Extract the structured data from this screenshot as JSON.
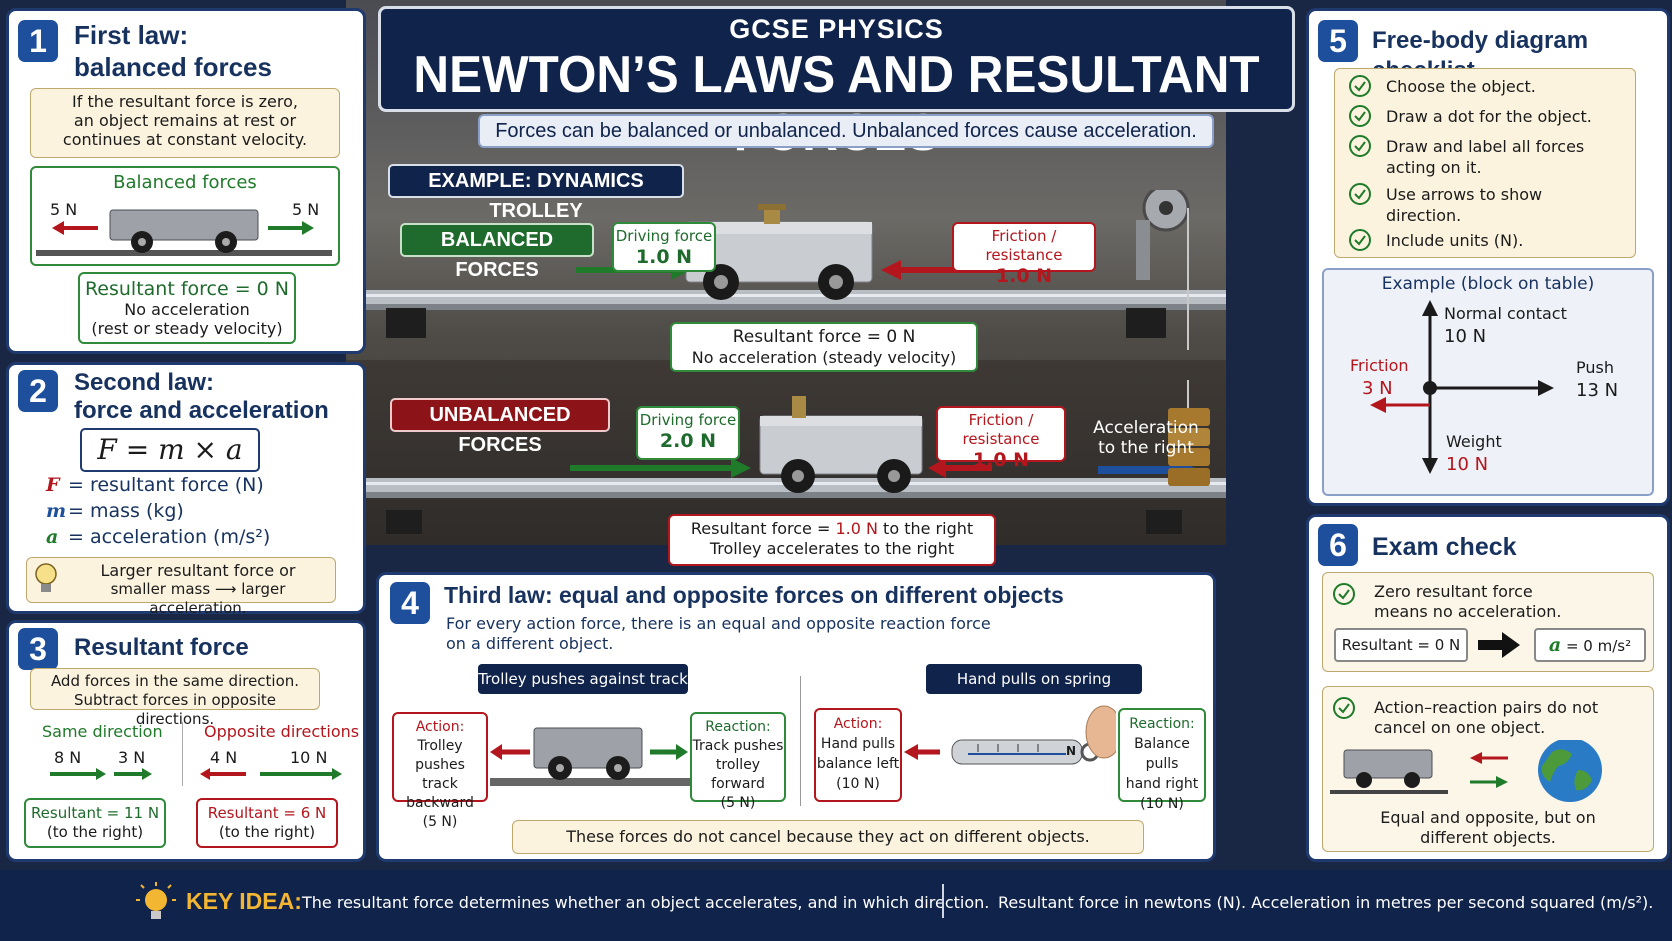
{
  "header": {
    "kicker": "GCSE PHYSICS",
    "title": "NEWTON’S LAWS AND RESULTANT FORCES",
    "subtitle": "Forces can be balanced or unbalanced. Unbalanced forces cause acceleration."
  },
  "example": {
    "label": "EXAMPLE: DYNAMICS TROLLEY",
    "balanced": {
      "tag": "BALANCED FORCES",
      "driving_label": "Driving force",
      "driving_value": "1.0 N",
      "friction_label": "Friction / resistance",
      "friction_value": "1.0 N",
      "result_line1": "Resultant force = 0 N",
      "result_line2": "No acceleration (steady velocity)"
    },
    "unbalanced": {
      "tag": "UNBALANCED FORCES",
      "driving_label": "Driving force",
      "driving_value": "2.0 N",
      "friction_label": "Friction / resistance",
      "friction_value": "1.0 N",
      "accel_line1": "Acceleration",
      "accel_line2": "to the right",
      "result_pre": "Resultant force = ",
      "result_value": "1.0 N",
      "result_post": " to the right",
      "result_line2": "Trolley accelerates to the right"
    }
  },
  "law1": {
    "number": "1",
    "title1": "First law:",
    "title2": "balanced forces",
    "desc1": "If the resultant force is zero,",
    "desc2": "an object remains at rest or",
    "desc3": "continues at constant velocity.",
    "diagram_title": "Balanced forces",
    "left_force": "5 N",
    "right_force": "5 N",
    "result1": "Resultant force = 0 N",
    "result2": "No acceleration",
    "result3": "(rest or steady velocity)"
  },
  "law2": {
    "number": "2",
    "title1": "Second law:",
    "title2": "force and acceleration",
    "formula": "F = m × a",
    "defs": [
      {
        "sym": "F",
        "text": "= resultant force (N)"
      },
      {
        "sym": "m",
        "text": "= mass (kg)"
      },
      {
        "sym": "a",
        "text": "= acceleration (m/s²)"
      }
    ],
    "tip1": "Larger resultant force or",
    "tip2": "smaller mass ⟶ larger acceleration."
  },
  "law3": {
    "number": "3",
    "title": "Resultant force",
    "desc1": "Add forces in the same direction.",
    "desc2": "Subtract forces in opposite directions.",
    "same_title": "Same direction",
    "same_a": "8 N",
    "same_b": "3 N",
    "same_result1": "Resultant = 11 N",
    "same_result2": "(to the right)",
    "opp_title": "Opposite directions",
    "opp_a": "4 N",
    "opp_b": "10 N",
    "opp_result1": "Resultant = 6 N",
    "opp_result2": "(to the right)"
  },
  "law4": {
    "number": "4",
    "title": "Third law: equal and opposite forces on different objects",
    "desc1": "For every action force, there is an equal and opposite reaction force",
    "desc2": "on a different object.",
    "left_tag": "Trolley pushes against track",
    "right_tag": "Hand pulls on spring balance",
    "a1": {
      "h": "Action:",
      "l1": "Trolley pushes",
      "l2": "track backward",
      "l3": "(5 N)"
    },
    "r1": {
      "h": "Reaction:",
      "l1": "Track pushes",
      "l2": "trolley forward",
      "l3": "(5 N)"
    },
    "a2": {
      "h": "Action:",
      "l1": "Hand pulls",
      "l2": "balance left",
      "l3": "(10 N)"
    },
    "r2": {
      "h": "Reaction:",
      "l1": "Balance pulls",
      "l2": "hand right",
      "l3": "(10 N)"
    },
    "spring_unit": "N",
    "note": "These forces do not cancel because they act on different objects."
  },
  "law5": {
    "number": "5",
    "title": "Free-body diagram checklist",
    "items": [
      "Choose the object.",
      "Draw a dot for the object.",
      "Draw and label all forces",
      "acting on it.",
      "Use arrows to show",
      "direction.",
      "Include units (N)."
    ],
    "example_title": "Example (block on table)",
    "normal_label": "Normal contact",
    "normal_value": "10 N",
    "friction_label": "Friction",
    "friction_value": "3 N",
    "push_label": "Push",
    "push_value": "13 N",
    "weight_label": "Weight",
    "weight_value": "10 N"
  },
  "law6": {
    "number": "6",
    "title": "Exam check",
    "c1_line1": "Zero resultant force",
    "c1_line2": "means no acceleration.",
    "resultant_box": "Resultant = 0 N",
    "accel_sym": "a",
    "accel_box": " = 0 m/s²",
    "c2_line1": "Action–reaction pairs do not",
    "c2_line2": "cancel on one object.",
    "c2_foot1": "Equal and opposite, but on",
    "c2_foot2": "different objects."
  },
  "footer": {
    "key_label": "KEY IDEA:",
    "key_text": "The resultant force determines whether an object accelerates, and in which direction.",
    "units_text": "Resultant force in newtons (N). Acceleration in metres per second squared (m/s²)."
  },
  "colors": {
    "navy": "#17325e",
    "green": "#1f7a2a",
    "red": "#b3161c",
    "blue": "#1d4f9c",
    "cream": "#fbf3de",
    "key_yellow": "#f2b632"
  }
}
